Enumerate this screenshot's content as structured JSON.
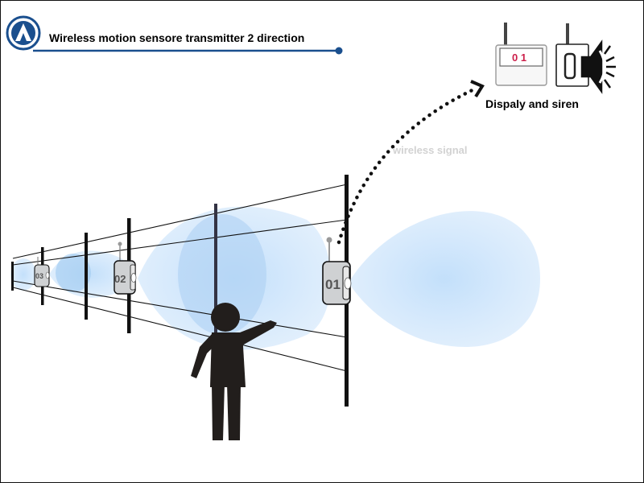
{
  "header": {
    "title": "Wireless motion sensore transmitter 2 direction"
  },
  "receiver": {
    "display_value": "0 1",
    "caption": "Dispaly and siren"
  },
  "signal_label": "wireless signal",
  "sensors": [
    {
      "label": "01"
    },
    {
      "label": "02"
    },
    {
      "label": "03"
    }
  ],
  "colors": {
    "beam": "#a8cff5",
    "accent": "#1a4f8e",
    "display_text": "#cc1f4a"
  }
}
